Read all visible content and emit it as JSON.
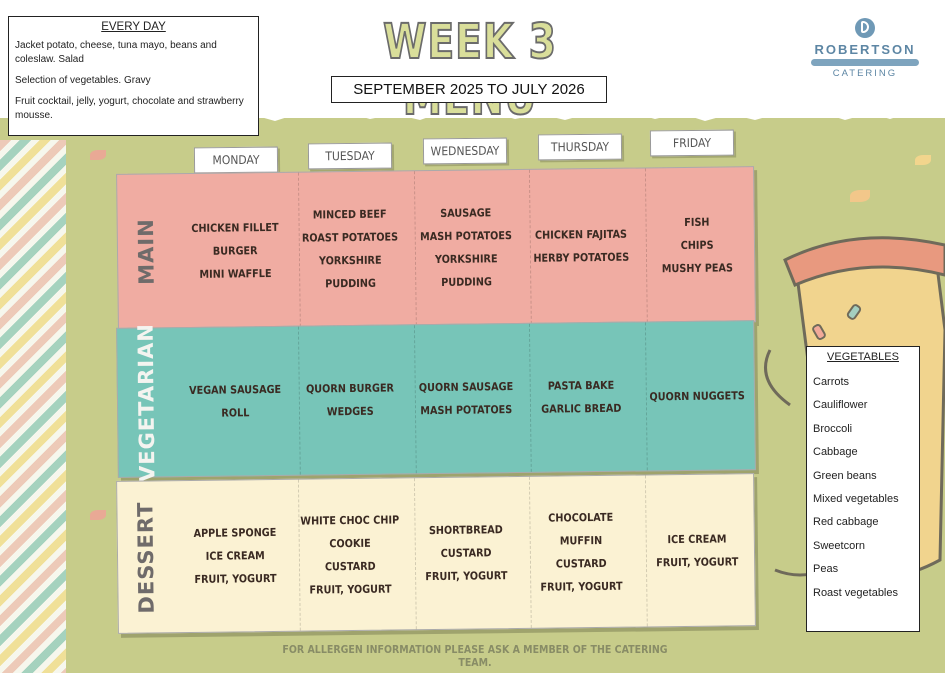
{
  "title": "WEEK 3 MENU",
  "date_range": "SEPTEMBER 2025 TO JULY 2026",
  "logo": {
    "name": "ROBERTSON",
    "sub": "CATERING"
  },
  "every_day": {
    "heading": "EVERY DAY",
    "lines": [
      "Jacket potato, cheese, tuna mayo, beans and coleslaw. Salad",
      "Selection of vegetables. Gravy",
      "Fruit cocktail, jelly, yogurt, chocolate and strawberry mousse."
    ]
  },
  "days": [
    "MONDAY",
    "TUESDAY",
    "WEDNESDAY",
    "THURSDAY",
    "FRIDAY"
  ],
  "sections": {
    "main": {
      "label": "MAIN",
      "cells": [
        [
          "CHICKEN FILLET",
          "BURGER",
          "MINI WAFFLE"
        ],
        [
          "MINCED BEEF",
          "ROAST POTATOES",
          "YORKSHIRE PUDDING"
        ],
        [
          "SAUSAGE",
          "MASH POTATOES",
          "YORKSHIRE PUDDING"
        ],
        [
          "CHICKEN FAJITAS",
          "HERBY POTATOES"
        ],
        [
          "FISH",
          "CHIPS",
          "MUSHY PEAS"
        ]
      ]
    },
    "vegetarian": {
      "label": "VEGETARIAN",
      "cells": [
        [
          "VEGAN SAUSAGE",
          "ROLL"
        ],
        [
          "QUORN BURGER",
          "WEDGES"
        ],
        [
          "QUORN SAUSAGE",
          "MASH POTATOES"
        ],
        [
          "PASTA BAKE",
          "GARLIC BREAD"
        ],
        [
          "QUORN NUGGETS"
        ]
      ]
    },
    "dessert": {
      "label": "DESSERT",
      "cells": [
        [
          "APPLE SPONGE",
          "ICE CREAM",
          "FRUIT, YOGURT"
        ],
        [
          "WHITE CHOC CHIP",
          "COOKIE",
          "CUSTARD",
          "FRUIT, YOGURT"
        ],
        [
          "SHORTBREAD",
          "CUSTARD",
          "FRUIT, YOGURT"
        ],
        [
          "CHOCOLATE MUFFIN",
          "CUSTARD",
          "FRUIT, YOGURT"
        ],
        [
          "ICE CREAM",
          "FRUIT, YOGURT"
        ]
      ]
    }
  },
  "vegetables": {
    "heading": "VEGETABLES",
    "items": [
      "Carrots",
      "Cauliflower",
      "Broccoli",
      "Cabbage",
      "Green beans",
      "Mixed vegetables",
      "Red cabbage",
      "Sweetcorn",
      "Peas",
      "Roast vegetables"
    ]
  },
  "footer": "FOR ALLERGEN INFORMATION PLEASE ASK A MEMBER OF THE CATERING TEAM."
}
